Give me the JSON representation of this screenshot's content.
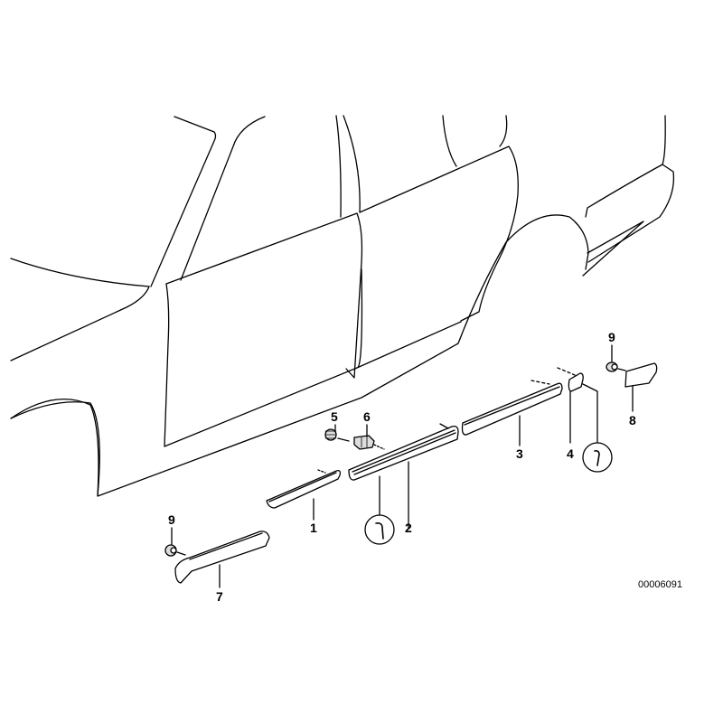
{
  "diagram": {
    "type": "exploded parts diagram",
    "subject": "Vehicle side body moldings / door trim strips",
    "line_color": "#000000",
    "background": "#ffffff",
    "diagram_id": "00006091"
  },
  "callouts": [
    {
      "id": "1",
      "label": "1",
      "part": "front door molding (short strip)"
    },
    {
      "id": "2",
      "label": "2",
      "part": "door molding (long strip)"
    },
    {
      "id": "3",
      "label": "3",
      "part": "rear door molding"
    },
    {
      "id": "4",
      "label": "4",
      "part": "end cap"
    },
    {
      "id": "5",
      "label": "5",
      "part": "grommet / clip"
    },
    {
      "id": "6",
      "label": "6",
      "part": "retaining clip"
    },
    {
      "id": "7",
      "label": "7",
      "part": "front fender molding"
    },
    {
      "id": "8",
      "label": "8",
      "part": "rear molding piece"
    },
    {
      "id": "9a",
      "label": "9",
      "part": "grommet (front)"
    },
    {
      "id": "9b",
      "label": "9",
      "part": "grommet (rear)"
    }
  ],
  "detail_circles": [
    {
      "id": "profile-2",
      "glyph": "bracket-profile"
    },
    {
      "id": "profile-4",
      "glyph": "bracket-profile"
    }
  ]
}
